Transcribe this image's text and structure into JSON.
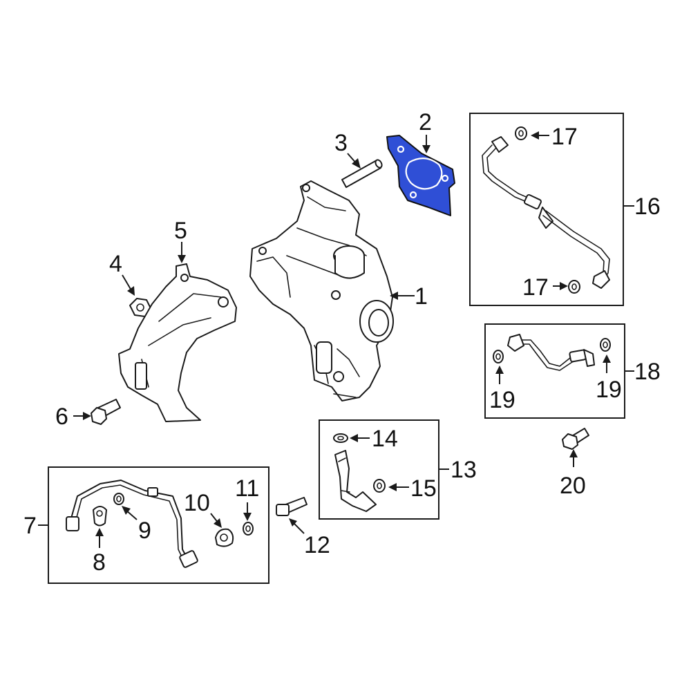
{
  "diagram": {
    "highlight_color": "#2f4fd6",
    "callouts": {
      "c1": "1",
      "c2": "2",
      "c3": "3",
      "c4": "4",
      "c5": "5",
      "c6": "6",
      "c7": "7",
      "c8": "8",
      "c9": "9",
      "c10": "10",
      "c11": "11",
      "c12": "12",
      "c13": "13",
      "c14": "14",
      "c15": "15",
      "c16": "16",
      "c17a": "17",
      "c17b": "17",
      "c18": "18",
      "c19a": "19",
      "c19b": "19",
      "c20": "20"
    }
  }
}
